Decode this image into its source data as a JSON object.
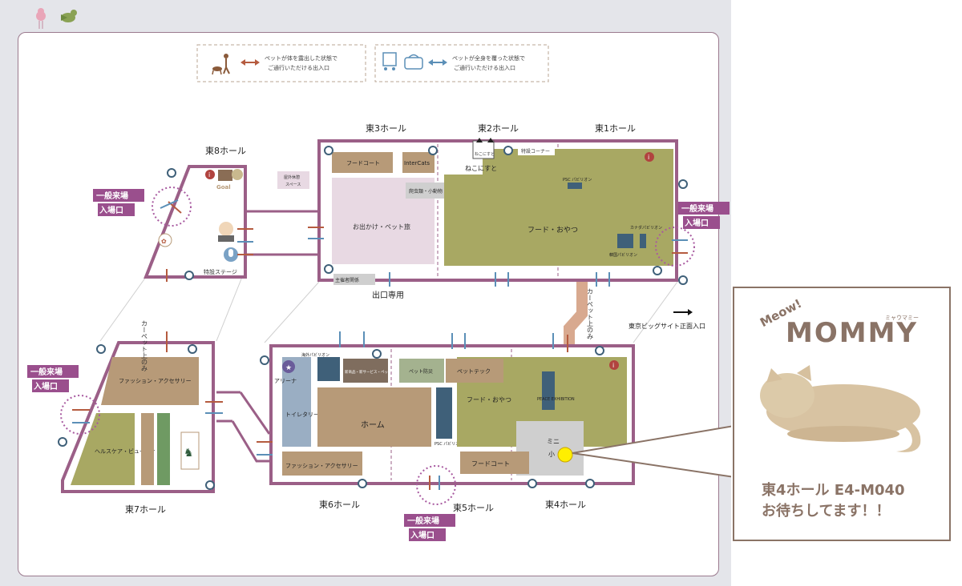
{
  "legend": {
    "walking_text_1": "ペットが体を露出した状態で",
    "walking_text_2": "ご通行いただける出入口",
    "carrier_text_1": "ペットが全身を覆った状態で",
    "carrier_text_2": "ご通行いただける出入口"
  },
  "halls": {
    "e1": "東1ホール",
    "e2": "東2ホール",
    "e3": "東3ホール",
    "e4": "東4ホール",
    "e5": "東5ホール",
    "e6": "東6ホール",
    "e7": "東7ホール",
    "e8": "東8ホール"
  },
  "entrance": {
    "line1": "一般来場",
    "line2": "入場口"
  },
  "labels": {
    "carpet_only": "カーペット上のみ",
    "exit_only": "出口専用",
    "big_sight_main": "東京ビッグサイト正面入口",
    "goal": "Goal",
    "special_stage": "特設ステージ",
    "outdoor_rest": "屋外休憩",
    "space": "スペース",
    "arena": "アリーナ",
    "neko_ni_suto": "ねこにすと",
    "neko_ni_suto_sign": "ねこにすと"
  },
  "zones": {
    "food_court_e3": "フードコート",
    "intercats": "InterCats",
    "small_animal_aquarium": "爬虫類・小動物・アクアリウム",
    "outing_travel": "お出かけ・ペット旅",
    "specialty_corner": "特設コーナー",
    "psc_pavilion_e1": "PSC パビリオン",
    "food_snacks_e1": "フード・おやつ",
    "canada_pavilion": "カナダパビリオン",
    "korea_pavilion": "韓国パビリオン",
    "sponsored_booth": "主催者関係",
    "fashion_e7": "ファッション・アクセサリー",
    "healthcare_beauty": "ヘルスケア・ビューティ",
    "overseas_pavilion": "海外パビリオン",
    "new_service": "新商品・新サービス・ペット保険・美容",
    "toiletry": "トイレタリー",
    "home": "ホーム",
    "fashion_e6": "ファッション・アクセサリー",
    "psc_pavilion_e5": "PSC パビリオン",
    "pet_tech_misc": "ペット防災",
    "pet_tech": "ペットテック",
    "food_snacks_e4": "フード・おやつ",
    "peace_exhibition": "PEACE EXHIBITION",
    "mini_small_1": "ミニ",
    "mini_small_2": "小",
    "food_court_e5": "フードコート"
  },
  "promo": {
    "brand_small": "Meow!",
    "brand": "MOMMY",
    "brand_kana": "ミャウマミー",
    "booth_line1": "東4ホール E4-M040",
    "booth_line2": "お待ちしてます！！"
  },
  "colors": {
    "hall_border": "#9b5f87",
    "olive": "#a8a863",
    "pink": "#e8d9e3",
    "teal": "#3f6079",
    "tan": "#b79a78",
    "green": "#6f9a63",
    "gray": "#cfcfcf",
    "entrance_bg": "#9a4f8d",
    "marker_yellow": "#ffef00",
    "brand_brown": "#8a7366"
  }
}
